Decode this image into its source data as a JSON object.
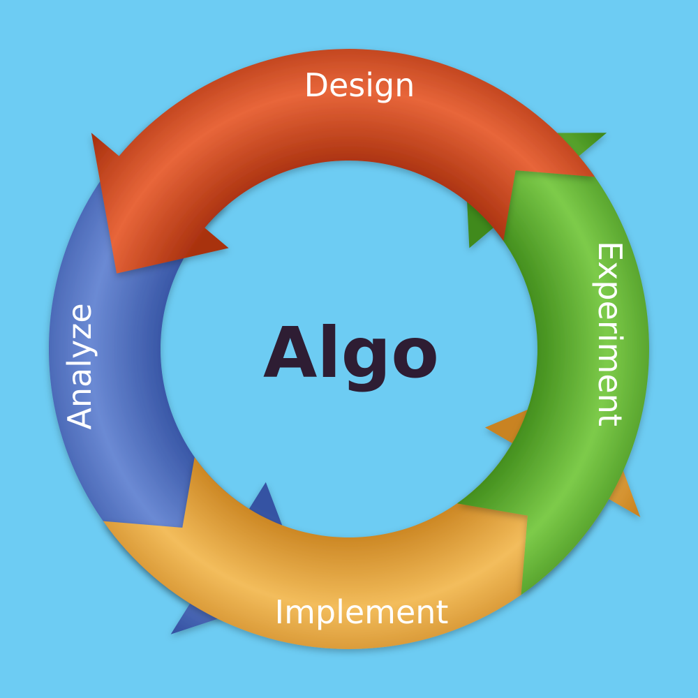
{
  "center": {
    "title": "Algo"
  },
  "phases": [
    {
      "label": "Design",
      "color": "#d64a1f",
      "light": "#e8663a",
      "dark": "#a8300e"
    },
    {
      "label": "Experiment",
      "color": "#5fb52f",
      "light": "#7dcb4a",
      "dark": "#3f8a1a"
    },
    {
      "label": "Implement",
      "color": "#e9a43b",
      "light": "#f3bd5c",
      "dark": "#c98320"
    },
    {
      "label": "Analyze",
      "color": "#4f72c3",
      "light": "#6b8ad4",
      "dark": "#3553a3"
    }
  ],
  "background_color": "#6dccf3"
}
